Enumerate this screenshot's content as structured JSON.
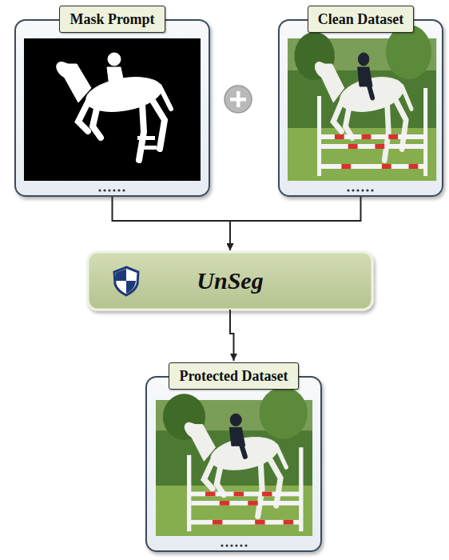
{
  "diagram": {
    "nodes": [
      {
        "text": [
          "Mask Prompt"
        ]
      },
      {
        "text": [
          "Clean Dataset"
        ]
      },
      {
        "text": [
          "UnSeg"
        ]
      },
      {
        "text": [
          "Protected Dataset"
        ]
      }
    ],
    "edges": [
      {
        "from": 0,
        "to": 2,
        "arrow": "to"
      },
      {
        "from": 1,
        "to": 2,
        "arrow": "to"
      },
      {
        "from": 2,
        "to": 3,
        "arrow": "to"
      }
    ]
  }
}
